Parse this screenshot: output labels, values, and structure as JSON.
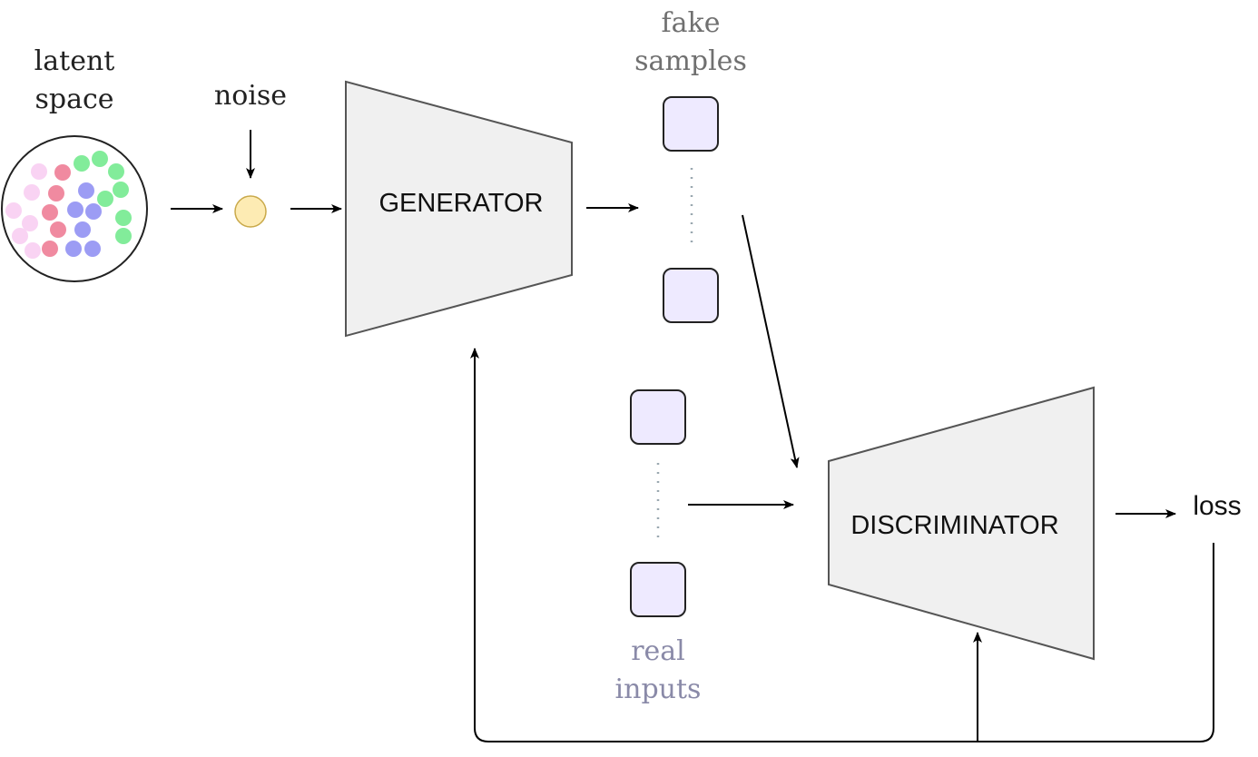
{
  "labels": {
    "latent_space_line1": "latent",
    "latent_space_line2": "space",
    "noise": "noise",
    "generator": "GENERATOR",
    "fake_samples_line1": "fake",
    "fake_samples_line2": "samples",
    "real_inputs_line1": "real",
    "real_inputs_line2": "inputs",
    "discriminator": "DISCRIMINATOR",
    "loss": "loss"
  },
  "colors": {
    "trapezoid_fill": "#f0f0f0",
    "trapezoid_stroke": "#555555",
    "sample_fill": "#eeeaff",
    "noise_fill": "#fdebb3",
    "noise_stroke": "#c9a94a",
    "muted_text": "#707070",
    "real_text": "#8a8aa8",
    "dot_pink_light": "#f9d3f3",
    "dot_red": "#f08aa0",
    "dot_blue": "#9c9cf4",
    "dot_green": "#82ec9a",
    "dotted_line": "#9aa8b0"
  }
}
